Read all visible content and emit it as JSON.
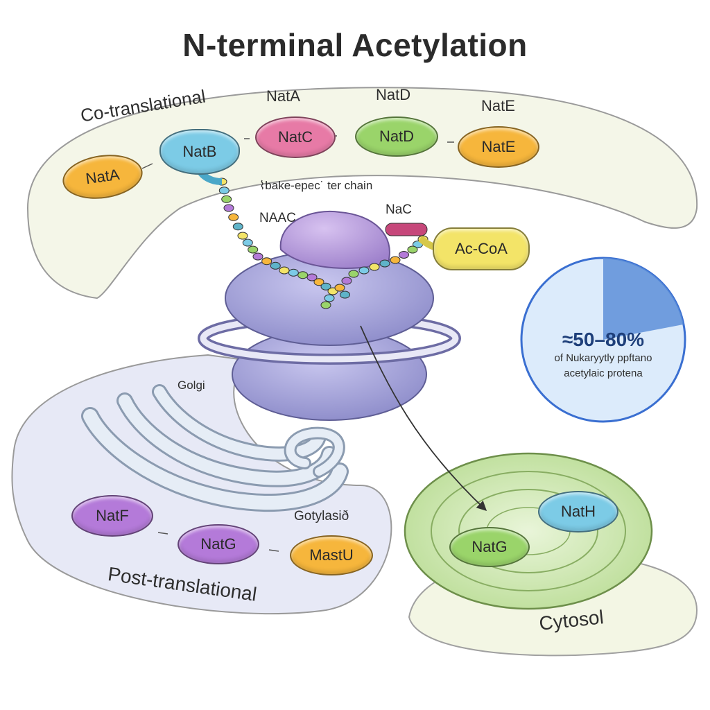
{
  "title": "N-terminal Acetylation",
  "regions": {
    "co": "Co-translational",
    "post": "Post-translational",
    "cytosol": "Cytosol"
  },
  "top_labels": {
    "nata": "NatA",
    "natd": "NatD",
    "nate": "NatE"
  },
  "enzymes": {
    "nata": "NatA",
    "natb": "NatB",
    "natc": "NatC",
    "natd": "NatD",
    "nate": "NatE",
    "natf": "NatF",
    "natg": "NatG",
    "mastu": "MastU",
    "cyto_natg": "NatG",
    "nath": "NatH"
  },
  "annotations": {
    "chain": "⌇bake-epec˙ ter chain",
    "nac_left": "NAAC",
    "nac_right": "NaC",
    "acoa": "Ac-CoA",
    "golgi": "Golgi",
    "gotylasid": "Gotylasið"
  },
  "stat": {
    "value": "≈50–80%",
    "fraction": 0.22,
    "line1": "of Nukaryytly ppftano",
    "line2": "acetylaic protena"
  },
  "colors": {
    "orange": "#f6b63c",
    "blue": "#7ccbe6",
    "pink": "#e77aa6",
    "green": "#9ad46a",
    "purple": "#b47ad9",
    "yellow": "#f3e468",
    "ribosome": "#a7a6dc",
    "stat_blue": "#2f66c4"
  }
}
